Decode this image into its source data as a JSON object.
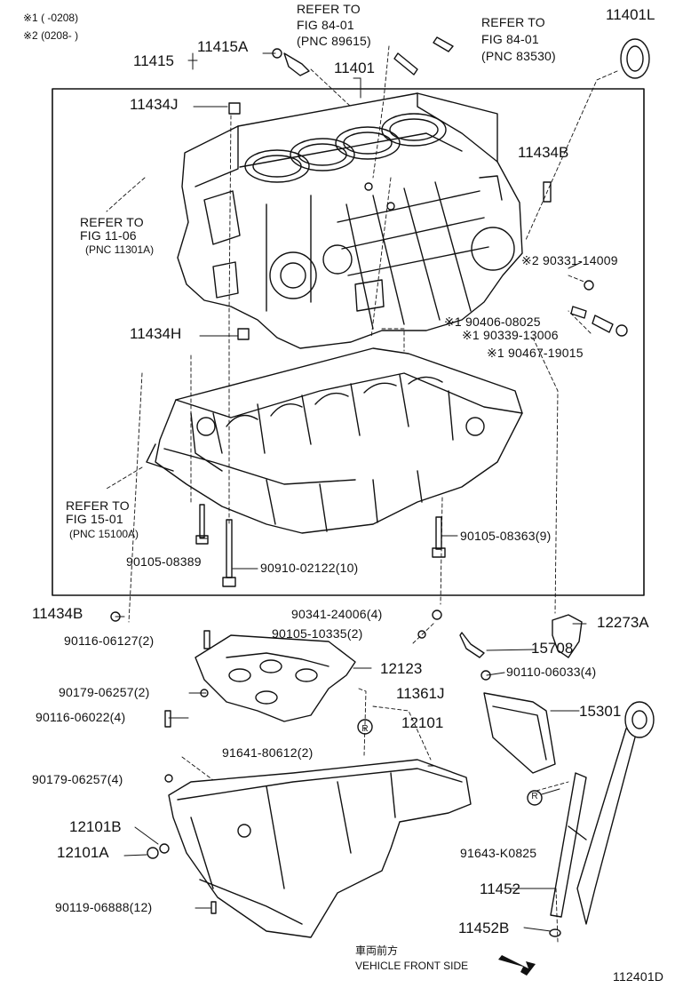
{
  "legend": {
    "note1": "※1 (      -0208)",
    "note2": "※2 (0208-      )"
  },
  "refs": {
    "fig84a": [
      "REFER TO",
      "FIG 84-01",
      "(PNC 89615)"
    ],
    "fig84b": [
      "REFER TO",
      "FIG 84-01",
      "(PNC 83530)"
    ],
    "fig1106": [
      "REFER TO",
      "FIG 11-06",
      "(PNC 11301A)"
    ],
    "fig1501": [
      "REFER TO",
      "FIG 15-01",
      "(PNC 15100A)"
    ]
  },
  "parts": {
    "p11401L": "11401L",
    "p11415": "11415",
    "p11415A": "11415A",
    "p11401": "11401",
    "p11434J": "11434J",
    "p11434B_top": "11434B",
    "p90331": "※2 90331-14009",
    "p90406": "※1 90406-08025",
    "p90339": "※1 90339-13006",
    "p90467": "※1 90467-19015",
    "p11434H": "11434H",
    "p90105_08363": "90105-08363(9)",
    "p90105_08389": "90105-08389",
    "p90910": "90910-02122(10)",
    "p11434B_bot": "11434B",
    "p90341": "90341-24006(4)",
    "p12273A": "12273A",
    "p90116_06127": "90116-06127(2)",
    "p90105_10335": "90105-10335(2)",
    "p15708": "15708",
    "p12123": "12123",
    "p90110": "90110-06033(4)",
    "p90179_a": "90179-06257(2)",
    "p11361J": "11361J",
    "p15301": "15301",
    "p90116_06022": "90116-06022(4)",
    "p91641": "91641-80612(2)",
    "p12101": "12101",
    "p90179_b": "90179-06257(4)",
    "p12101B": "12101B",
    "p12101A": "12101A",
    "p91643": "91643-K0825",
    "p11452": "11452",
    "p90119": "90119-06888(12)",
    "p11452B": "11452B"
  },
  "front": {
    "jp": "車両前方",
    "en": "VEHICLE FRONT SIDE"
  },
  "figure_id": "112401D",
  "circle_mark": "R"
}
